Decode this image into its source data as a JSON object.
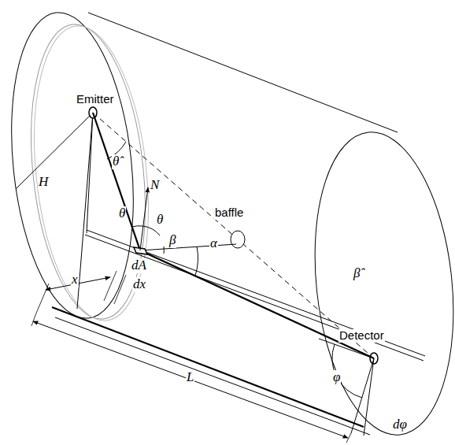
{
  "diagram": {
    "labels": [
      "Emitter",
      "H",
      "θ̂",
      "N",
      "θ",
      "θ",
      "β",
      "α",
      "baffle",
      "β̂",
      "Detector",
      "x",
      "dA",
      "dx",
      "φ",
      "dφ",
      "L"
    ]
  }
}
